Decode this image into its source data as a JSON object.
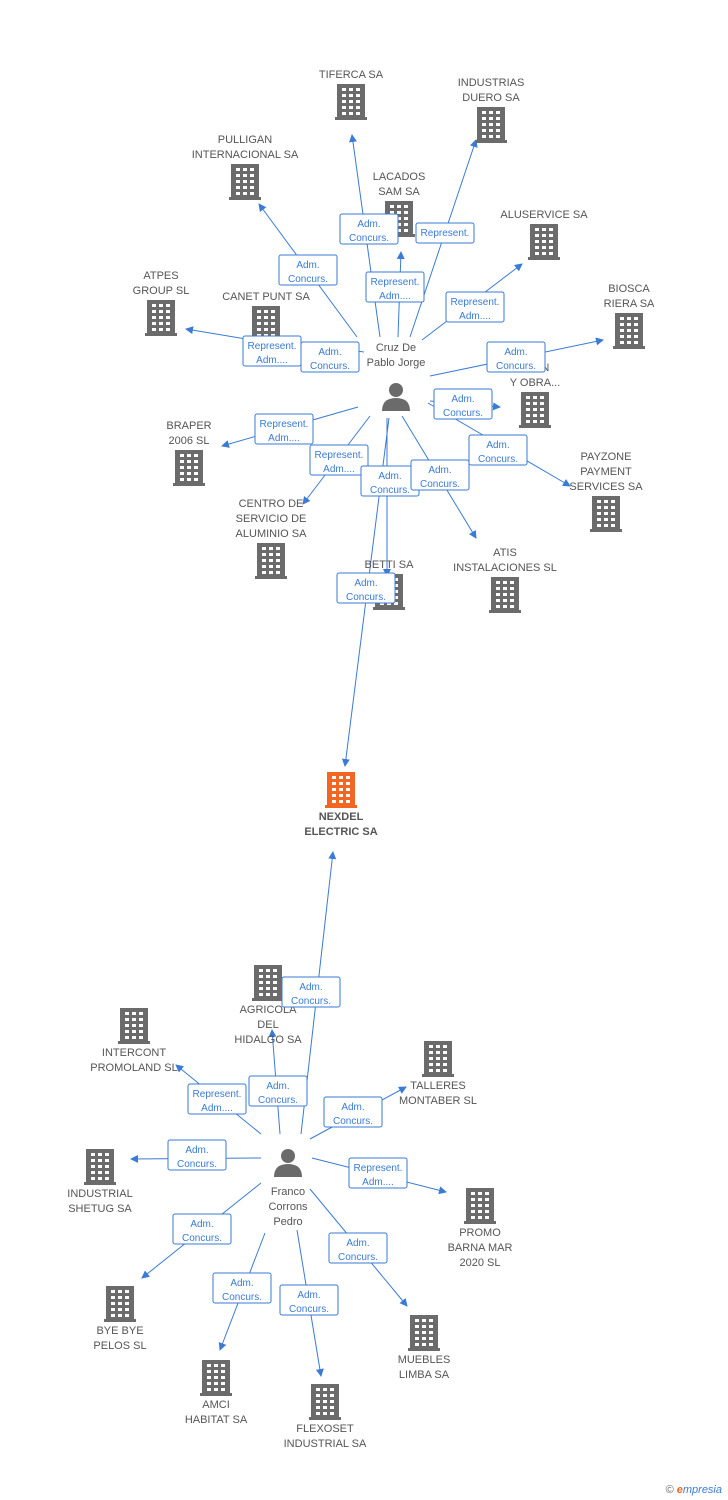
{
  "colors": {
    "edge": "#3a7bd5",
    "company": "#6b6b6b",
    "focus": "#f26522",
    "person": "#6b6b6b",
    "label": "#555555"
  },
  "footer": {
    "copyright": "©",
    "brand_first": "e",
    "brand_rest": "mpresia"
  },
  "nodes": [
    {
      "id": "cruz",
      "type": "person",
      "lines": [
        "Cruz De",
        "Pablo Jorge"
      ]
    },
    {
      "id": "franco",
      "type": "person",
      "lines": [
        "Franco",
        "Corrons",
        "Pedro"
      ]
    },
    {
      "id": "nexdel",
      "type": "focus",
      "lines": [
        "NEXDEL",
        "ELECTRIC SA"
      ]
    },
    {
      "id": "tiferca",
      "type": "company",
      "lines": [
        "TIFERCA SA"
      ]
    },
    {
      "id": "duero",
      "type": "company",
      "lines": [
        "INDUSTRIAS",
        "DUERO SA"
      ]
    },
    {
      "id": "pulligan",
      "type": "company",
      "lines": [
        "PULLIGAN",
        "INTERNACIONAL SA"
      ]
    },
    {
      "id": "lacados",
      "type": "company",
      "lines": [
        "LACADOS",
        "SAM SA"
      ]
    },
    {
      "id": "aluservice",
      "type": "company",
      "lines": [
        "ALUSERVICE SA"
      ]
    },
    {
      "id": "atpes",
      "type": "company",
      "lines": [
        "ATPES",
        "GROUP SL"
      ]
    },
    {
      "id": "canet",
      "type": "company",
      "lines": [
        "CANET PUNT SA"
      ]
    },
    {
      "id": "biosca",
      "type": "company",
      "lines": [
        "BIOSCA",
        "RIERA SA"
      ]
    },
    {
      "id": "construccion",
      "type": "company",
      "lines": [
        "...A",
        "...ION",
        "Y OBRA..."
      ]
    },
    {
      "id": "braper",
      "type": "company",
      "lines": [
        "BRAPER",
        "2006 SL"
      ]
    },
    {
      "id": "payzone",
      "type": "company",
      "lines": [
        "PAYZONE",
        "PAYMENT",
        "SERVICES SA"
      ]
    },
    {
      "id": "centro",
      "type": "company",
      "lines": [
        "CENTRO DE",
        "SERVICIO DE",
        "ALUMINIO SA"
      ]
    },
    {
      "id": "betti",
      "type": "company",
      "lines": [
        "BETTI SA"
      ]
    },
    {
      "id": "atis",
      "type": "company",
      "lines": [
        "ATIS",
        "INSTALACIONES SL"
      ]
    },
    {
      "id": "agricola",
      "type": "company",
      "lines": [
        "AGRICOLA",
        "DEL",
        "HIDALGO SA"
      ]
    },
    {
      "id": "intercont",
      "type": "company",
      "lines": [
        "INTERCONT",
        "PROMOLAND SL"
      ]
    },
    {
      "id": "talleres",
      "type": "company",
      "lines": [
        "TALLERES",
        "MONTABER SL"
      ]
    },
    {
      "id": "shetug",
      "type": "company",
      "lines": [
        "INDUSTRIAL",
        "SHETUG SA"
      ]
    },
    {
      "id": "promo",
      "type": "company",
      "lines": [
        "PROMO",
        "BARNA MAR",
        "2020 SL"
      ]
    },
    {
      "id": "byebye",
      "type": "company",
      "lines": [
        "BYE BYE",
        "PELOS SL"
      ]
    },
    {
      "id": "muebles",
      "type": "company",
      "lines": [
        "MUEBLES",
        "LIMBA SA"
      ]
    },
    {
      "id": "amci",
      "type": "company",
      "lines": [
        "AMCI",
        "HABITAT SA"
      ]
    },
    {
      "id": "flexoset",
      "type": "company",
      "lines": [
        "FLEXOSET",
        "INDUSTRIAL SA"
      ]
    }
  ],
  "edges": [
    {
      "from": "cruz",
      "to": "tiferca",
      "lines": [
        "Adm.",
        "Concurs."
      ]
    },
    {
      "from": "cruz",
      "to": "duero",
      "lines": [
        "Represent."
      ]
    },
    {
      "from": "cruz",
      "to": "pulligan",
      "lines": [
        "Adm.",
        "Concurs."
      ]
    },
    {
      "from": "cruz",
      "to": "lacados",
      "lines": [
        "Represent.",
        "Adm...."
      ]
    },
    {
      "from": "cruz",
      "to": "aluservice",
      "lines": [
        "Represent.",
        "Adm...."
      ]
    },
    {
      "from": "cruz",
      "to": "atpes",
      "lines": [
        "Represent.",
        "Adm...."
      ]
    },
    {
      "from": "cruz",
      "to": "canet",
      "lines": [
        "Adm.",
        "Concurs."
      ]
    },
    {
      "from": "cruz",
      "to": "biosca",
      "lines": [
        "Adm.",
        "Concurs."
      ]
    },
    {
      "from": "cruz",
      "to": "construccion",
      "lines": [
        "Adm.",
        "Concurs."
      ]
    },
    {
      "from": "cruz",
      "to": "braper",
      "lines": [
        "Represent.",
        "Adm...."
      ]
    },
    {
      "from": "cruz",
      "to": "payzone",
      "lines": [
        "Adm.",
        "Concurs."
      ]
    },
    {
      "from": "cruz",
      "to": "centro",
      "lines": [
        "Represent.",
        "Adm...."
      ]
    },
    {
      "from": "cruz",
      "to": "betti",
      "lines": [
        "Adm.",
        "Concurs."
      ]
    },
    {
      "from": "cruz",
      "to": "atis",
      "lines": [
        "Adm.",
        "Concurs."
      ]
    },
    {
      "from": "cruz",
      "to": "nexdel",
      "lines": [
        "Adm.",
        "Concurs."
      ]
    },
    {
      "from": "franco",
      "to": "nexdel",
      "lines": [
        "Adm.",
        "Concurs."
      ]
    },
    {
      "from": "franco",
      "to": "agricola",
      "lines": [
        "Adm.",
        "Concurs."
      ]
    },
    {
      "from": "franco",
      "to": "intercont",
      "lines": [
        "Represent.",
        "Adm...."
      ]
    },
    {
      "from": "franco",
      "to": "talleres",
      "lines": [
        "Adm.",
        "Concurs."
      ]
    },
    {
      "from": "franco",
      "to": "shetug",
      "lines": [
        "Adm.",
        "Concurs."
      ]
    },
    {
      "from": "franco",
      "to": "promo",
      "lines": [
        "Represent.",
        "Adm...."
      ]
    },
    {
      "from": "franco",
      "to": "byebye",
      "lines": [
        "Adm.",
        "Concurs."
      ]
    },
    {
      "from": "franco",
      "to": "muebles",
      "lines": [
        "Adm.",
        "Concurs."
      ]
    },
    {
      "from": "franco",
      "to": "amci",
      "lines": [
        "Adm.",
        "Concurs."
      ]
    },
    {
      "from": "franco",
      "to": "flexoset",
      "lines": [
        "Adm.",
        "Concurs."
      ]
    }
  ]
}
